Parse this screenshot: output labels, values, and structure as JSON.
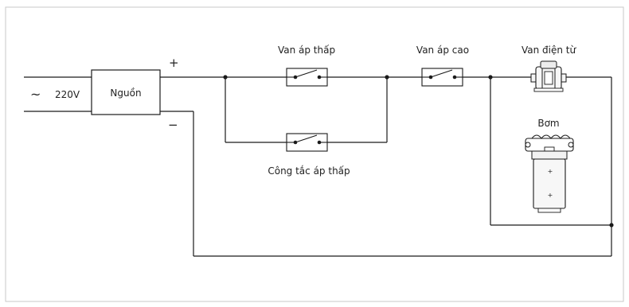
{
  "source": {
    "voltage_label": "220V",
    "ac_symbol": "~"
  },
  "power_supply": {
    "label": "Nguồn",
    "plus": "+",
    "minus": "−"
  },
  "switches": {
    "low_pressure_valve": "Van áp thấp",
    "high_pressure_valve": "Van áp cao",
    "low_pressure_switch": "Công tắc áp thấp"
  },
  "loads": {
    "solenoid_valve": "Van điện từ",
    "pump": "Bơm",
    "pump_plus_1": "+",
    "pump_plus_2": "+"
  },
  "colors": {
    "wire": "#1a1a1a",
    "border": "#c8c8c8",
    "component_fill": "#f7f7f7"
  }
}
